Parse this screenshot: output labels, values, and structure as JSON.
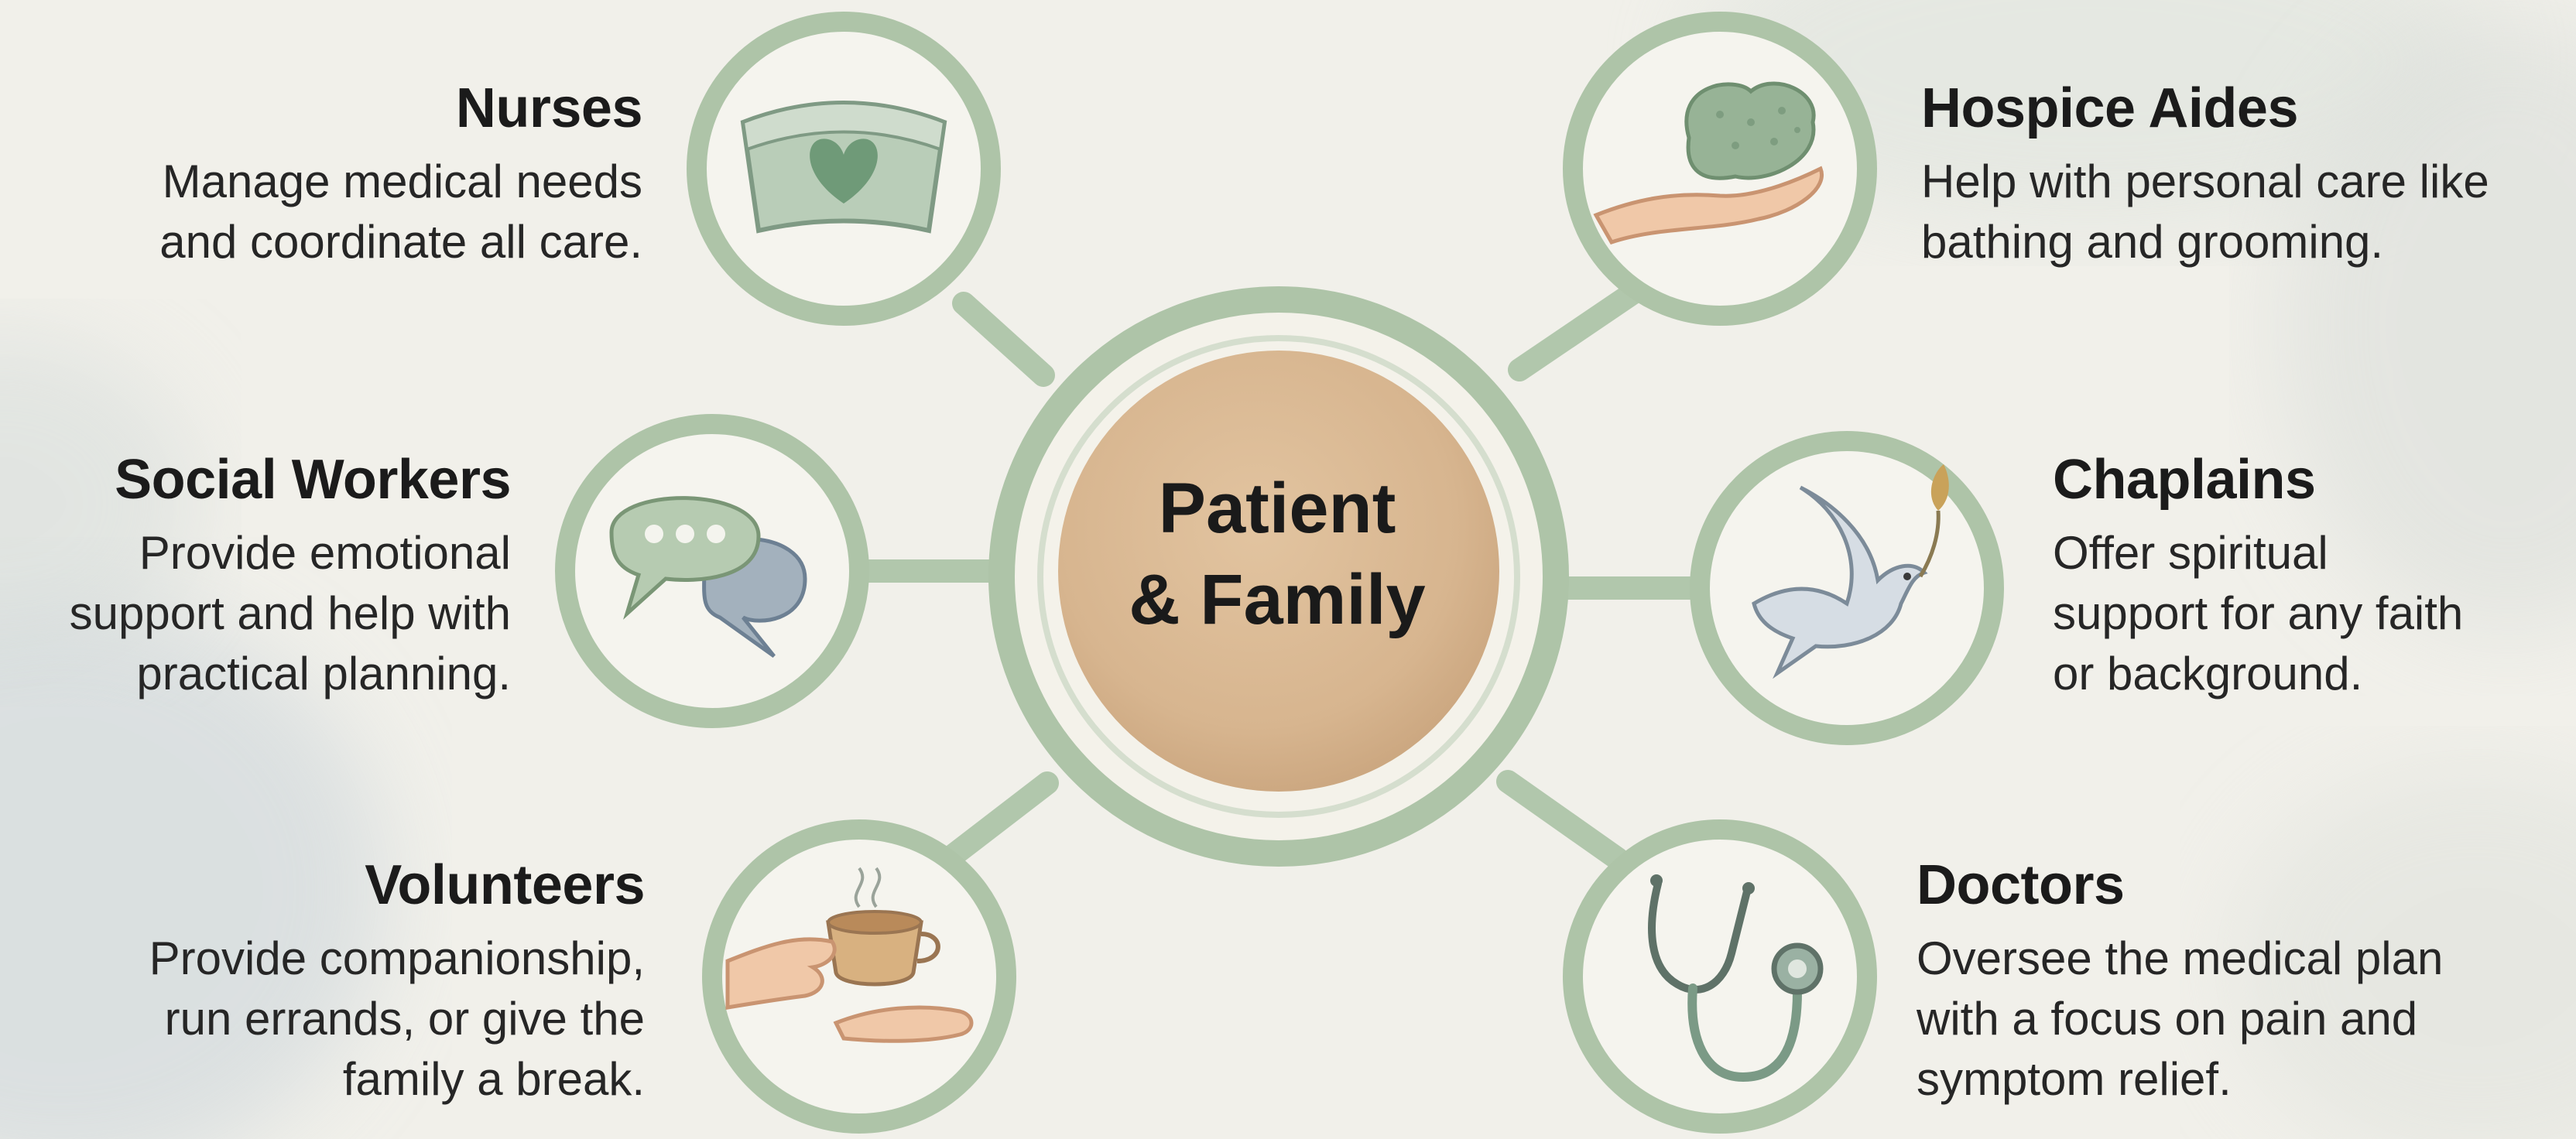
{
  "hub": {
    "line1": "Patient",
    "line2": "& Family"
  },
  "roles": [
    {
      "id": "nurses",
      "title": "Nurses",
      "lines": [
        "Manage medical needs",
        "and coordinate all care."
      ],
      "icon": "nurse-cap-heart-icon"
    },
    {
      "id": "social-workers",
      "title": "Social Workers",
      "lines": [
        "Provide emotional",
        "support and help with",
        "practical planning."
      ],
      "icon": "speech-bubbles-icon"
    },
    {
      "id": "volunteers",
      "title": "Volunteers",
      "lines": [
        "Provide companionship,",
        "run errands, or give the",
        "family a break."
      ],
      "icon": "hands-tea-cup-icon"
    },
    {
      "id": "hospice-aides",
      "title": "Hospice Aides",
      "lines": [
        "Help with personal care like",
        "bathing and grooming."
      ],
      "icon": "hand-sponge-icon"
    },
    {
      "id": "chaplains",
      "title": "Chaplains",
      "lines": [
        "Offer spiritual",
        "support for any faith",
        "or background."
      ],
      "icon": "dove-olive-branch-icon"
    },
    {
      "id": "doctors",
      "title": "Doctors",
      "lines": [
        "Oversee the medical plan",
        "with a focus on pain and",
        "symptom relief."
      ],
      "icon": "stethoscope-icon"
    }
  ],
  "colors": {
    "background": "#f1f0ea",
    "ring": "#a9c0a3",
    "ring_fill": "#f6f5ef",
    "hub_fill": "#d9b893",
    "text": "#1f1f1f"
  }
}
